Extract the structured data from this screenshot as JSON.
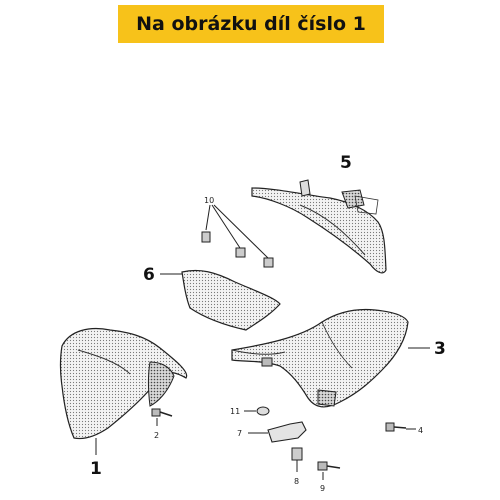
{
  "banner": {
    "text": "Na obrázku díl číslo 1",
    "color": "#f7c21a"
  },
  "callouts": {
    "c1": "1",
    "c2": "2",
    "c3": "3",
    "c4": "4",
    "c5": "5",
    "c6": "6",
    "c7": "7",
    "c8": "8",
    "c9": "9",
    "c10": "10",
    "c11": "11"
  }
}
